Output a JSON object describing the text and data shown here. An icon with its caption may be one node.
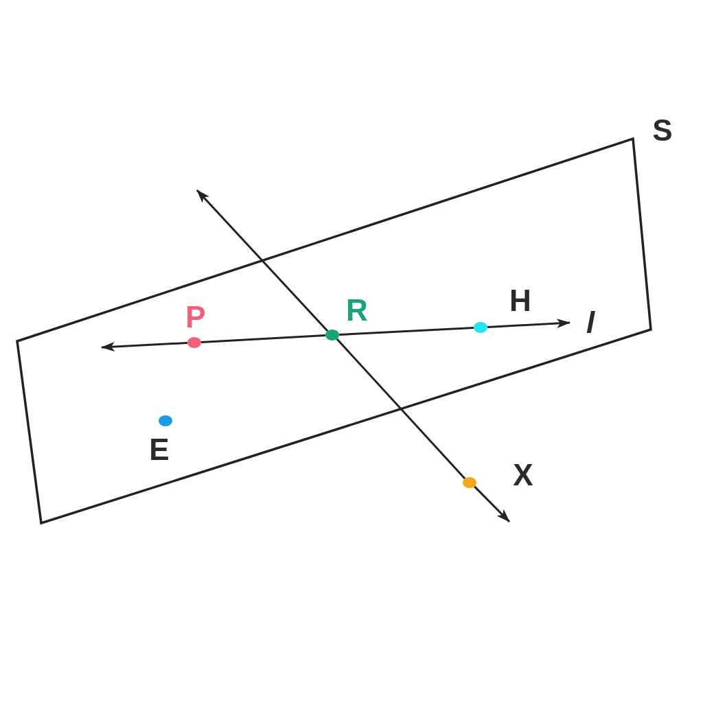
{
  "diagram": {
    "nodes": [
      {
        "text": [
          "S"
        ]
      },
      {
        "text": [
          "P"
        ],
        "in": 0
      },
      {
        "text": [
          "R"
        ],
        "in": 0
      },
      {
        "text": [
          "H"
        ],
        "in": 0
      },
      {
        "text": [
          "E"
        ],
        "in": 0
      },
      {
        "text": [
          "X"
        ]
      }
    ],
    "edges": [
      {
        "from": 1,
        "to": 2,
        "arrow": "none"
      },
      {
        "from": 2,
        "to": 3,
        "arrow": "none"
      },
      {
        "from": 2,
        "to": 5,
        "arrow": "none"
      },
      {
        "from": 1,
        "to": null,
        "arrow": "to"
      },
      {
        "from": 3,
        "to": null,
        "arrow": "to"
      },
      {
        "from": 2,
        "to": null,
        "arrow": "to"
      },
      {
        "from": 5,
        "to": null,
        "arrow": "to"
      }
    ],
    "labels": [
      "l"
    ]
  }
}
